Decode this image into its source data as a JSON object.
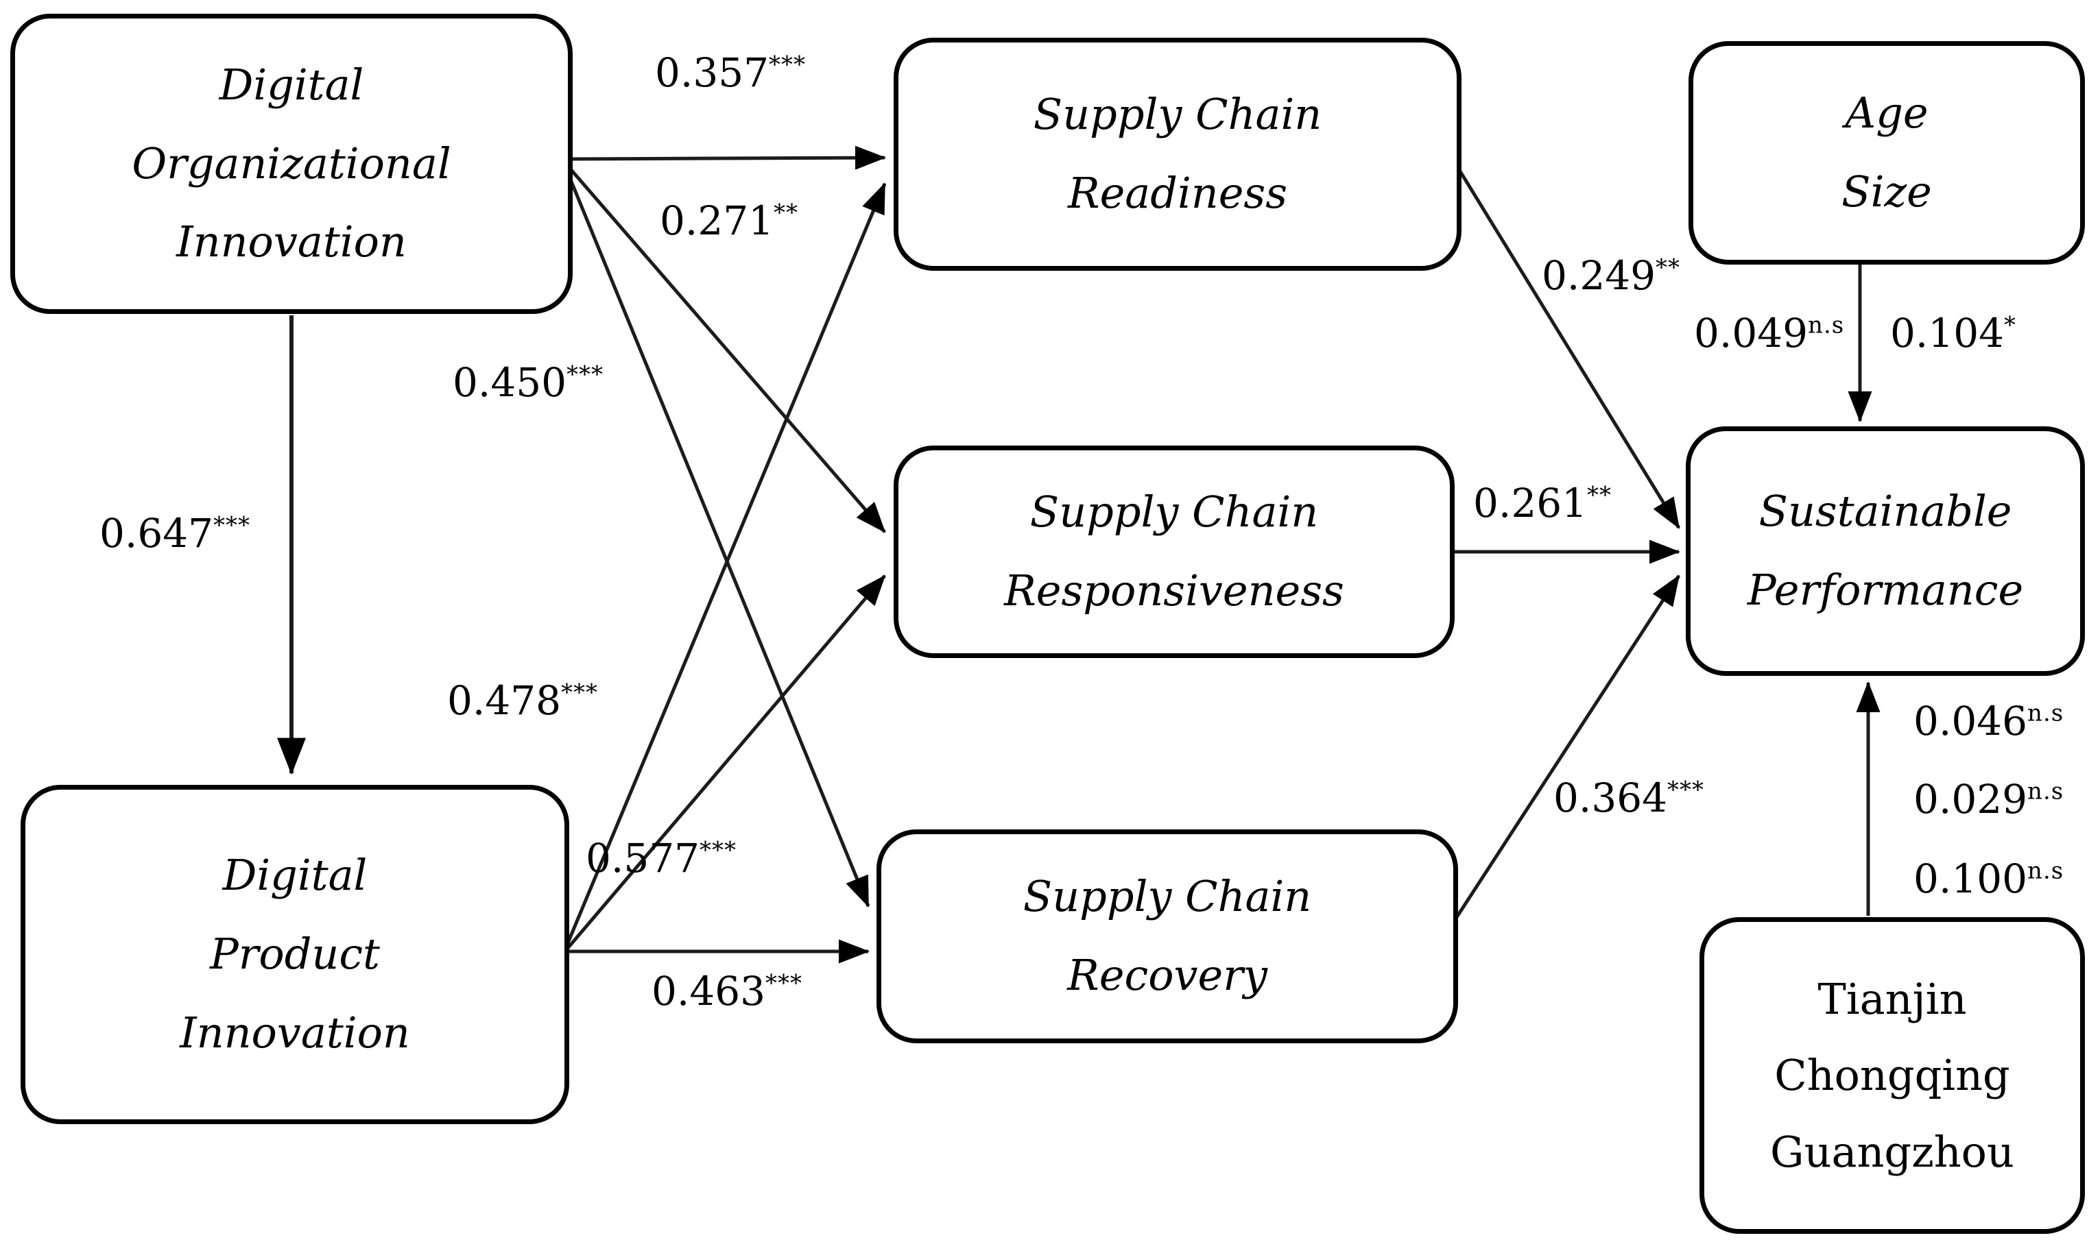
{
  "nodes": {
    "digital_organizational_innovation": {
      "lines": [
        "Digital",
        "Organizational",
        "Innovation"
      ]
    },
    "digital_product_innovation": {
      "lines": [
        "Digital",
        "Product",
        "Innovation"
      ]
    },
    "supply_chain_readiness": {
      "lines": [
        "Supply Chain",
        "Readiness"
      ]
    },
    "supply_chain_responsiveness": {
      "lines": [
        "Supply Chain",
        "Responsiveness"
      ]
    },
    "supply_chain_recovery": {
      "lines": [
        "Supply Chain",
        "Recovery"
      ]
    },
    "age_size": {
      "lines": [
        "Age",
        "Size"
      ]
    },
    "sustainable_performance": {
      "lines": [
        "Sustainable",
        "Performance"
      ]
    },
    "control_cities": {
      "lines": [
        "Tianjin",
        "Chongqing",
        "Guangzhou"
      ]
    }
  },
  "edges": {
    "doi_to_dpi": {
      "from": "digital_organizational_innovation",
      "to": "digital_product_innovation",
      "coef": "0.647",
      "sig": "***"
    },
    "doi_to_readiness": {
      "from": "digital_organizational_innovation",
      "to": "supply_chain_readiness",
      "coef": "0.357",
      "sig": "***"
    },
    "doi_to_responsiveness": {
      "from": "digital_organizational_innovation",
      "to": "supply_chain_responsiveness",
      "coef": "0.450",
      "sig": "***"
    },
    "doi_to_recovery": {
      "from": "digital_organizational_innovation",
      "to": "supply_chain_recovery",
      "coef": "0.478",
      "sig": "***"
    },
    "dpi_to_readiness": {
      "from": "digital_product_innovation",
      "to": "supply_chain_readiness",
      "coef": "0.271",
      "sig": "**"
    },
    "dpi_to_responsiveness": {
      "from": "digital_product_innovation",
      "to": "supply_chain_responsiveness",
      "coef": "0.577",
      "sig": "***"
    },
    "dpi_to_recovery": {
      "from": "digital_product_innovation",
      "to": "supply_chain_recovery",
      "coef": "0.463",
      "sig": "***"
    },
    "readiness_to_sp": {
      "from": "supply_chain_readiness",
      "to": "sustainable_performance",
      "coef": "0.249",
      "sig": "**"
    },
    "responsiveness_to_sp": {
      "from": "supply_chain_responsiveness",
      "to": "sustainable_performance",
      "coef": "0.261",
      "sig": "**"
    },
    "recovery_to_sp": {
      "from": "supply_chain_recovery",
      "to": "sustainable_performance",
      "coef": "0.364",
      "sig": "***"
    },
    "age_to_sp": {
      "from": "age_size",
      "to": "sustainable_performance",
      "coef": "0.049",
      "sig": "n.s"
    },
    "size_to_sp": {
      "from": "age_size",
      "to": "sustainable_performance",
      "coef": "0.104",
      "sig": "*"
    },
    "tianjin_to_sp": {
      "from": "control_cities",
      "to": "sustainable_performance",
      "coef": "0.046",
      "sig": "n.s"
    },
    "chongqing_to_sp": {
      "from": "control_cities",
      "to": "sustainable_performance",
      "coef": "0.029",
      "sig": "n.s"
    },
    "guangzhou_to_sp": {
      "from": "control_cities",
      "to": "sustainable_performance",
      "coef": "0.100",
      "sig": "n.s"
    }
  },
  "colors": {
    "background": "#ffffff",
    "box_border": "#000000",
    "line": "#1c1c1c",
    "text": "#000000"
  }
}
